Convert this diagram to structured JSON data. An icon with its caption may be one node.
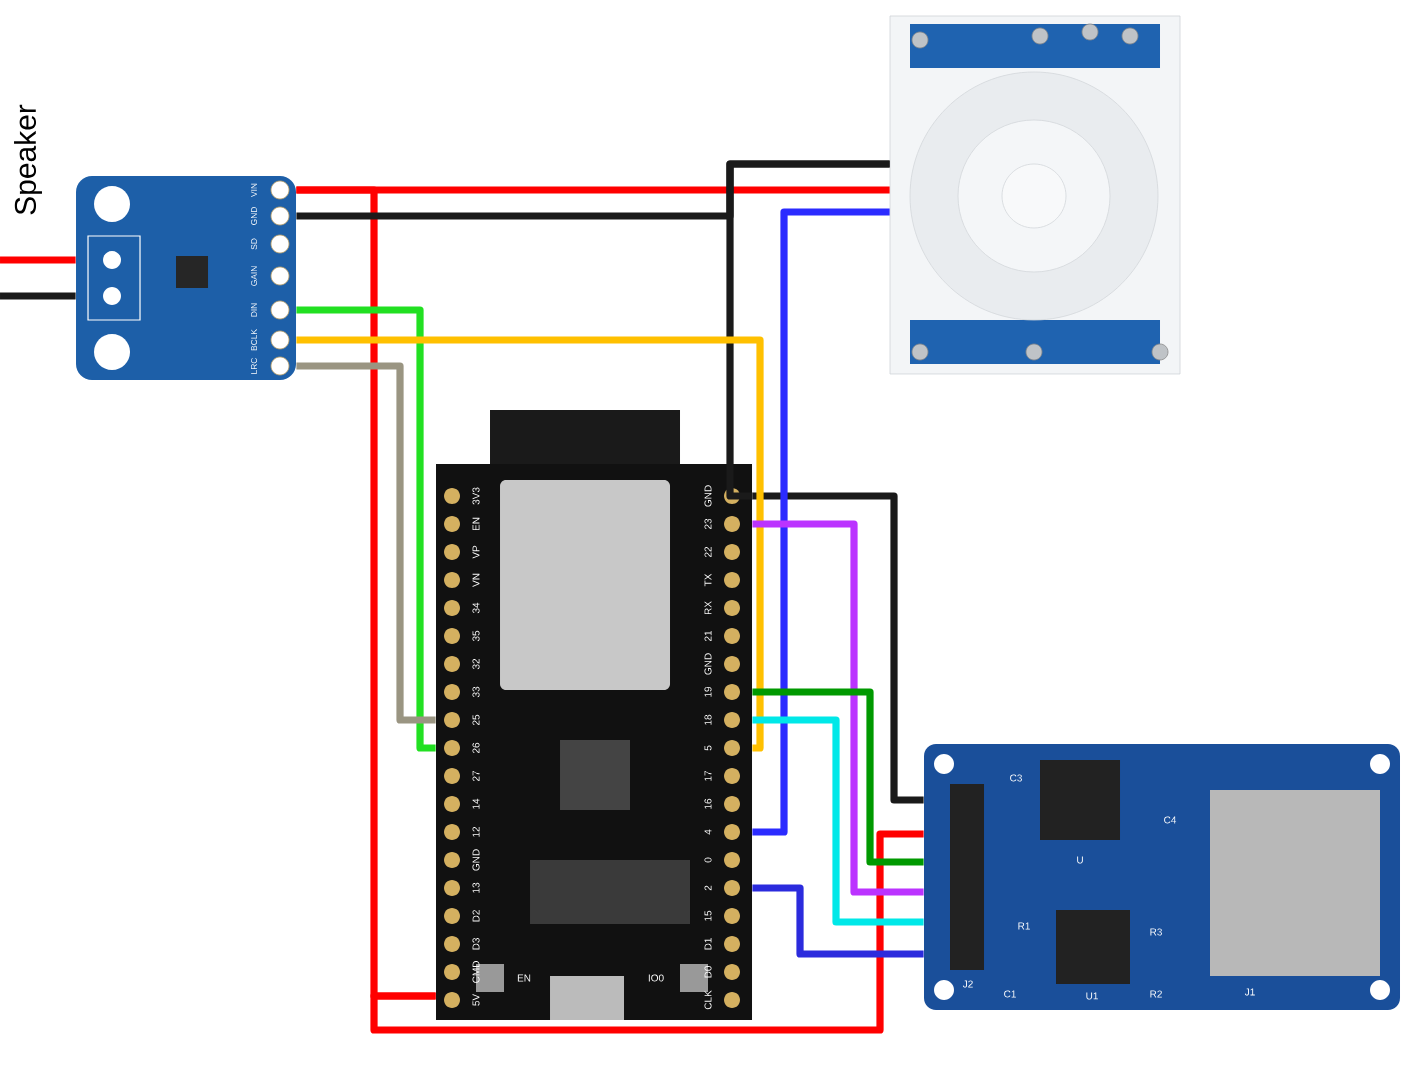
{
  "diagram": {
    "nodes": [
      {
        "text": [],
        "shape": "picture"
      },
      {
        "text": [],
        "shape": "picture"
      },
      {
        "text": [],
        "shape": "picture"
      },
      {
        "text": [],
        "shape": "picture"
      }
    ],
    "edges": [
      {
        "from": 0,
        "to": null,
        "arrow": "none",
        "color": "#ff0000"
      },
      {
        "from": 0,
        "to": null,
        "arrow": "none",
        "color": "#1a1a1a"
      },
      {
        "from": 0,
        "to": 1,
        "arrow": "none",
        "color": "#ff0000"
      },
      {
        "from": 0,
        "to": 2,
        "arrow": "none",
        "color": "#ff0000"
      },
      {
        "from": 2,
        "to": 3,
        "arrow": "none",
        "color": "#ff0000"
      },
      {
        "from": 0,
        "to": 1,
        "arrow": "none",
        "color": "#1a1a1a"
      },
      {
        "from": 1,
        "to": 2,
        "arrow": "none",
        "color": "#1a1a1a"
      },
      {
        "from": 2,
        "to": 3,
        "arrow": "none",
        "color": "#1a1a1a"
      },
      {
        "from": 1,
        "to": 2,
        "arrow": "none",
        "color": "#2b2bff"
      },
      {
        "from": 0,
        "to": 2,
        "arrow": "none",
        "color": "#22e022"
      },
      {
        "from": 0,
        "to": 2,
        "arrow": "none",
        "color": "#ffc000"
      },
      {
        "from": 0,
        "to": 2,
        "arrow": "none",
        "color": "#9a9582"
      },
      {
        "from": 2,
        "to": 3,
        "arrow": "none",
        "color": "#bb33ff"
      },
      {
        "from": 2,
        "to": 3,
        "arrow": "none",
        "color": "#009900"
      },
      {
        "from": 2,
        "to": 3,
        "arrow": "none",
        "color": "#00e8e8"
      },
      {
        "from": 2,
        "to": 3,
        "arrow": "none",
        "color": "#2b2bdd"
      }
    ],
    "labels": [
      "Speaker",
      "VIN",
      "GND",
      "SD",
      "GAIN",
      "DIN",
      "BCLK",
      "LRC",
      "3V3",
      "EN",
      "VP",
      "VN",
      "34",
      "35",
      "32",
      "33",
      "25",
      "26",
      "27",
      "14",
      "12",
      "GND",
      "13",
      "D2",
      "D3",
      "CMD",
      "5V",
      "GND",
      "23",
      "22",
      "TX",
      "RX",
      "21",
      "GND",
      "19",
      "18",
      "5",
      "17",
      "16",
      "4",
      "0",
      "2",
      "15",
      "D1",
      "D0",
      "CLK",
      "EN",
      "IO0",
      "J2",
      "U",
      "U1",
      "J1",
      "C1",
      "C3",
      "C4",
      "R1",
      "R2",
      "R3"
    ]
  }
}
